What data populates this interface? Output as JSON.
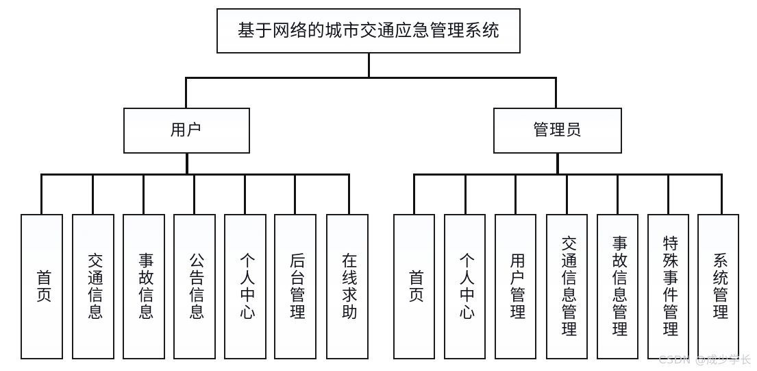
{
  "diagram": {
    "type": "tree-hierarchy",
    "root": {
      "label": "基于网络的城市交通应急管理系统"
    },
    "branches": [
      {
        "label": "用户",
        "children": [
          {
            "label": "首页"
          },
          {
            "label": "交通信息"
          },
          {
            "label": "事故信息"
          },
          {
            "label": "公告信息"
          },
          {
            "label": "个人中心"
          },
          {
            "label": "后台管理"
          },
          {
            "label": "在线求助"
          }
        ]
      },
      {
        "label": "管理员",
        "children": [
          {
            "label": "首页"
          },
          {
            "label": "个人中心"
          },
          {
            "label": "用户管理"
          },
          {
            "label": "交通信息管理"
          },
          {
            "label": "事故信息管理"
          },
          {
            "label": "特殊事件管理"
          },
          {
            "label": "系统管理"
          }
        ]
      }
    ],
    "colors": {
      "border": "#1b1b1b",
      "line": "#111111",
      "box_fill": "#ffffff",
      "text": "#14141e",
      "watermark": "#c9ccd2"
    }
  },
  "watermark": {
    "text": "CSDN @成少学长"
  }
}
